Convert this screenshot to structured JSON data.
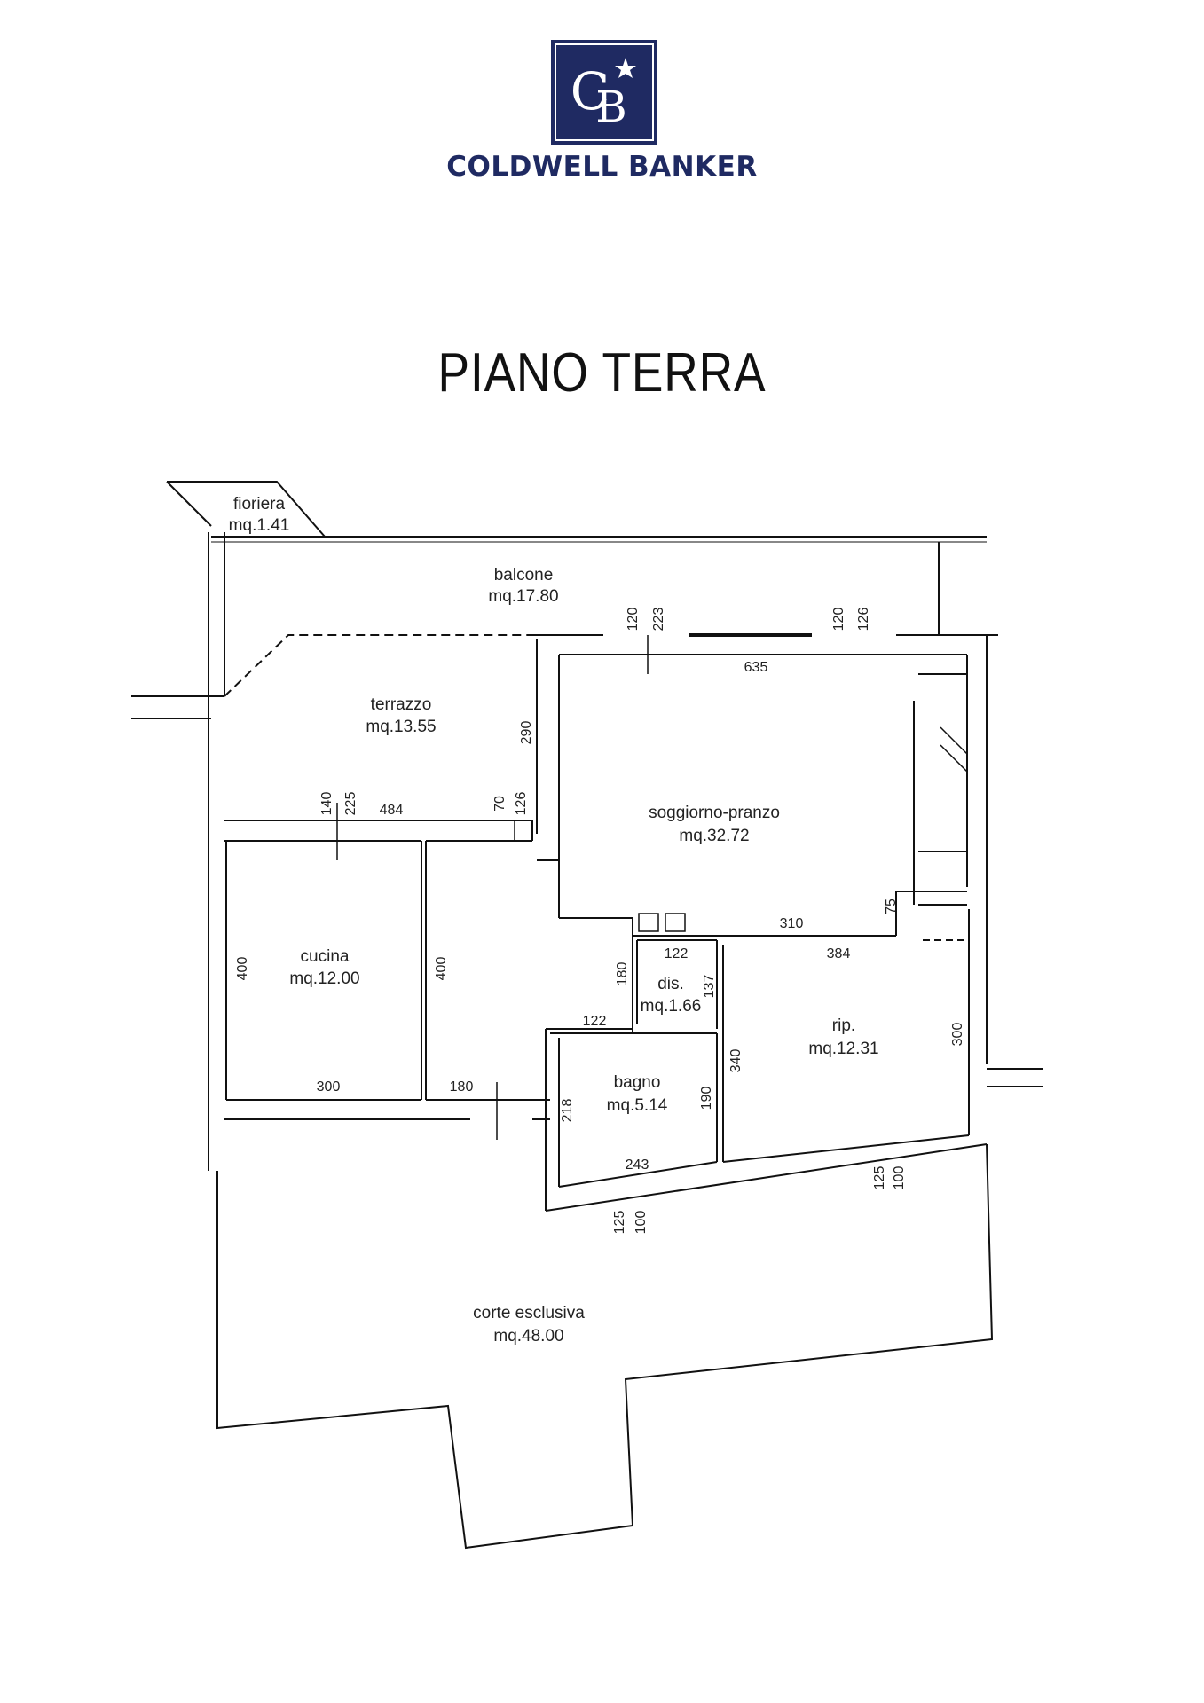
{
  "brand": {
    "name": "COLDWELL BANKER",
    "monogram": "CB",
    "color": "#1f2a62"
  },
  "title": "PIANO TERRA",
  "rooms": {
    "fioriera": {
      "name": "fioriera",
      "area": "mq.1.41"
    },
    "balcone": {
      "name": "balcone",
      "area": "mq.17.80"
    },
    "terrazzo": {
      "name": "terrazzo",
      "area": "mq.13.55"
    },
    "soggiorno": {
      "name": "soggiorno-pranzo",
      "area": "mq.32.72"
    },
    "cucina": {
      "name": "cucina",
      "area": "mq.12.00"
    },
    "dis": {
      "name": "dis.",
      "area": "mq.1.66"
    },
    "rip": {
      "name": "rip.",
      "area": "mq.12.31"
    },
    "bagno": {
      "name": "bagno",
      "area": "mq.5.14"
    },
    "corte": {
      "name": "corte esclusiva",
      "area": "mq.48.00"
    }
  },
  "dimensions": {
    "d120a": "120",
    "d223": "223",
    "d120b": "120",
    "d126a": "126",
    "d635": "635",
    "d290": "290",
    "d140": "140",
    "d225": "225",
    "d484": "484",
    "d70": "70",
    "d126b": "126",
    "d310": "310",
    "d75": "75",
    "d122a": "122",
    "d384": "384",
    "d180a": "180",
    "d137": "137",
    "d400a": "400",
    "d400b": "400",
    "d122b": "122",
    "d300a": "300",
    "d340": "340",
    "d300b": "300",
    "d180b": "180",
    "d218": "218",
    "d190": "190",
    "d243": "243",
    "d125a": "125",
    "d100a": "100",
    "d125b": "125",
    "d100b": "100"
  }
}
